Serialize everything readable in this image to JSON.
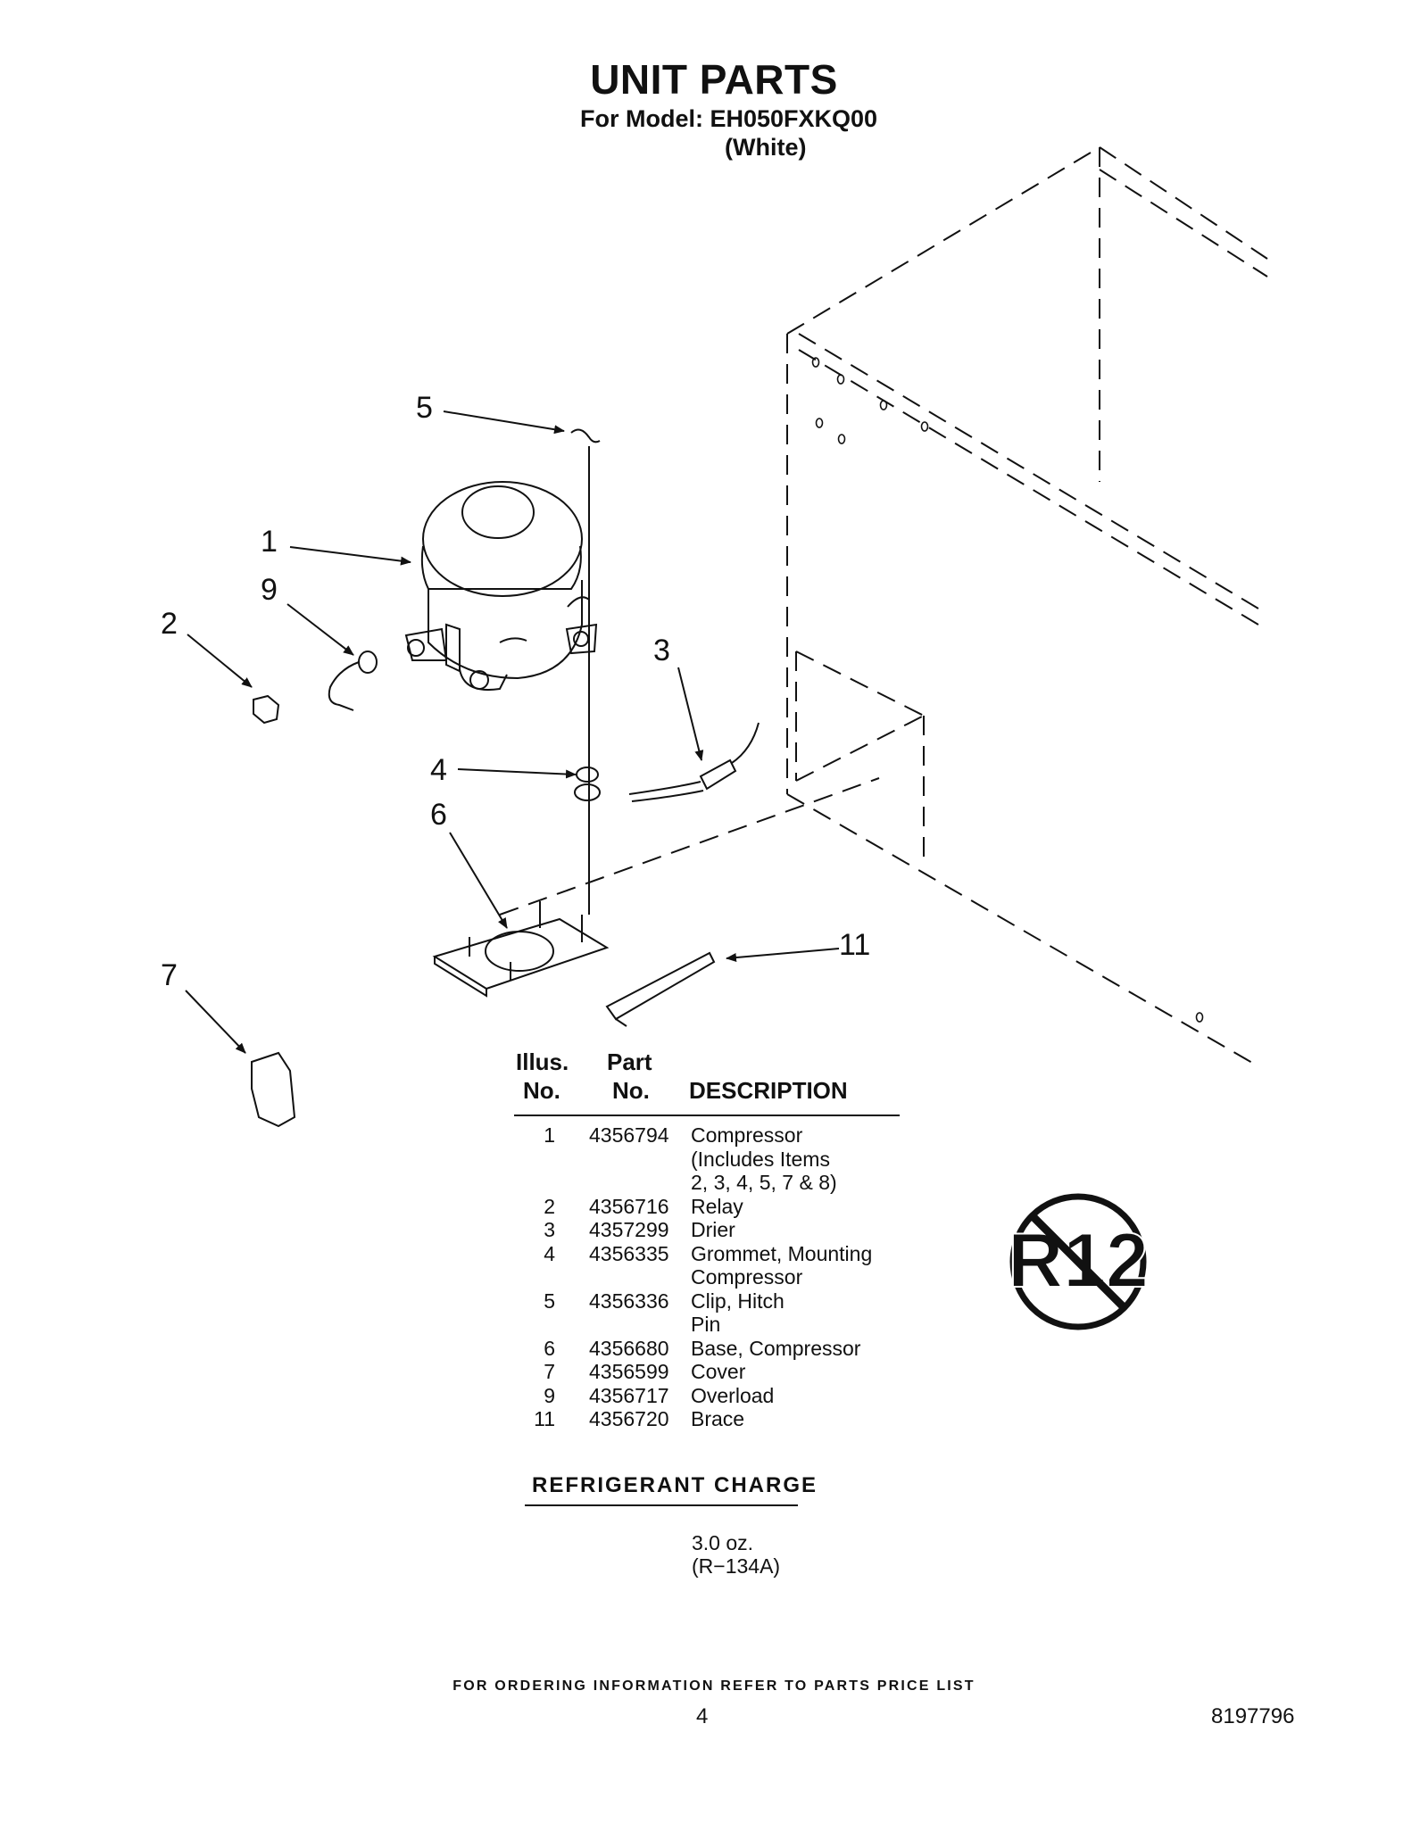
{
  "header": {
    "title": "UNIT PARTS",
    "model_line": "For Model: EH050FXKQ00",
    "color_line": "(White)"
  },
  "diagram": {
    "callouts": [
      "5",
      "1",
      "9",
      "2",
      "3",
      "4",
      "6",
      "7",
      "11"
    ]
  },
  "parts_table": {
    "headers": {
      "illus_1": "Illus.",
      "illus_2": "No.",
      "part_1": "Part",
      "part_2": "No.",
      "description": "DESCRIPTION"
    },
    "rows": [
      {
        "illus": "1",
        "part": "4356794",
        "description": [
          "Compressor",
          "(Includes Items",
          "2, 3, 4, 5, 7 & 8)"
        ]
      },
      {
        "illus": "2",
        "part": "4356716",
        "description": [
          "Relay"
        ]
      },
      {
        "illus": "3",
        "part": "4357299",
        "description": [
          "Drier"
        ]
      },
      {
        "illus": "4",
        "part": "4356335",
        "description": [
          "Grommet, Mounting",
          "Compressor"
        ]
      },
      {
        "illus": "5",
        "part": "4356336",
        "description": [
          "Clip, Hitch",
          "Pin"
        ]
      },
      {
        "illus": "6",
        "part": "4356680",
        "description": [
          "Base, Compressor"
        ]
      },
      {
        "illus": "7",
        "part": "4356599",
        "description": [
          "Cover"
        ]
      },
      {
        "illus": "9",
        "part": "4356717",
        "description": [
          "Overload"
        ]
      },
      {
        "illus": "11",
        "part": "4356720",
        "description": [
          "Brace"
        ]
      }
    ]
  },
  "refrigerant_charge": {
    "title": "REFRIGERANT CHARGE",
    "amount": "3.0 oz.",
    "type": "(R−134A)"
  },
  "no_r12_logo": {
    "text": "R12",
    "icon": "no-r12-icon"
  },
  "footer": {
    "note": "FOR ORDERING INFORMATION REFER TO PARTS PRICE LIST",
    "page_number": "4",
    "document_number": "8197796"
  }
}
